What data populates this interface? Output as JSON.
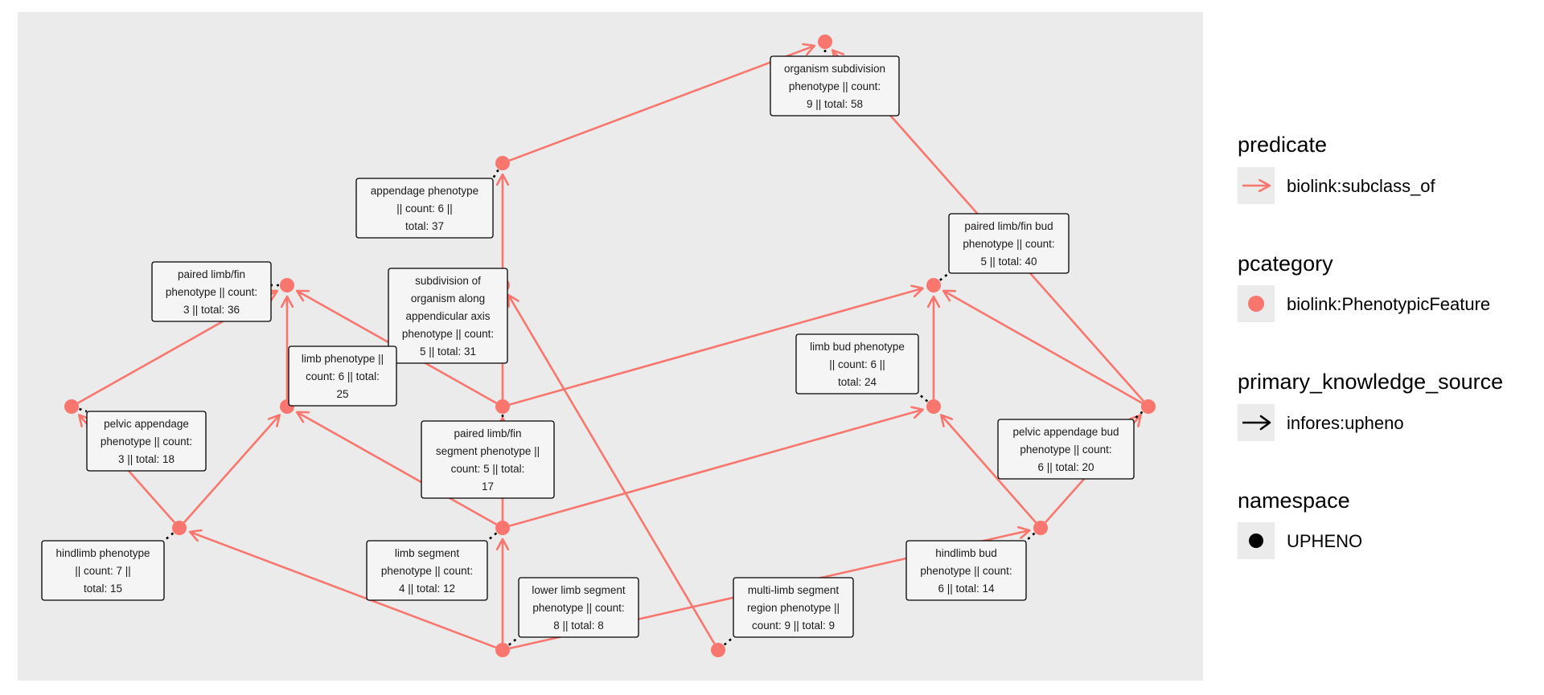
{
  "colors": {
    "edge": "#f8766d",
    "node": "#f8766d",
    "panel": "#ebebeb",
    "leader": "#000000"
  },
  "nodes": [
    {
      "id": "organism_subdivision",
      "lines": [
        "organism subdivision",
        "phenotype || count:",
        "9 || total: 58"
      ]
    },
    {
      "id": "appendage",
      "lines": [
        "appendage phenotype",
        "|| count: 6 ||",
        "total: 37"
      ]
    },
    {
      "id": "paired_limb_fin",
      "lines": [
        "paired limb/fin",
        "phenotype || count:",
        "3 || total: 36"
      ]
    },
    {
      "id": "subdivision_appendicular",
      "lines": [
        "subdivision of",
        "organism along",
        "appendicular axis",
        "phenotype || count:",
        "5 || total: 31"
      ]
    },
    {
      "id": "paired_limb_fin_bud",
      "lines": [
        "paired limb/fin bud",
        "phenotype || count:",
        "5 || total: 40"
      ]
    },
    {
      "id": "limb",
      "lines": [
        "limb phenotype ||",
        "count: 6 || total:",
        "25"
      ]
    },
    {
      "id": "pelvic_appendage",
      "lines": [
        "pelvic appendage",
        "phenotype || count:",
        "3 || total: 18"
      ]
    },
    {
      "id": "paired_limb_fin_segment",
      "lines": [
        "paired limb/fin",
        "segment phenotype ||",
        "count: 5 || total:",
        "17"
      ]
    },
    {
      "id": "limb_bud",
      "lines": [
        "limb bud phenotype",
        "|| count: 6 ||",
        "total: 24"
      ]
    },
    {
      "id": "pelvic_appendage_bud",
      "lines": [
        "pelvic appendage bud",
        "phenotype || count:",
        "6 || total: 20"
      ]
    },
    {
      "id": "hindlimb",
      "lines": [
        "hindlimb phenotype",
        "|| count: 7 ||",
        "total: 15"
      ]
    },
    {
      "id": "limb_segment",
      "lines": [
        "limb segment",
        "phenotype || count:",
        "4 || total: 12"
      ]
    },
    {
      "id": "hindlimb_bud",
      "lines": [
        "hindlimb bud",
        "phenotype || count:",
        "6 || total: 14"
      ]
    },
    {
      "id": "lower_limb_segment",
      "lines": [
        "lower limb segment",
        "phenotype || count:",
        "8 || total: 8"
      ]
    },
    {
      "id": "multi_limb_segment",
      "lines": [
        "multi-limb segment",
        "region phenotype ||",
        "count: 9 || total: 9"
      ]
    }
  ],
  "edges": [
    [
      "appendage",
      "organism_subdivision"
    ],
    [
      "pelvic_appendage_bud",
      "organism_subdivision"
    ],
    [
      "paired_limb_fin_segment",
      "appendage"
    ],
    [
      "pelvic_appendage",
      "paired_limb_fin"
    ],
    [
      "limb",
      "paired_limb_fin"
    ],
    [
      "paired_limb_fin_segment",
      "paired_limb_fin"
    ],
    [
      "multi_limb_segment",
      "subdivision_appendicular"
    ],
    [
      "paired_limb_fin_segment",
      "paired_limb_fin_bud"
    ],
    [
      "limb_bud",
      "paired_limb_fin_bud"
    ],
    [
      "pelvic_appendage_bud",
      "paired_limb_fin_bud"
    ],
    [
      "hindlimb",
      "pelvic_appendage"
    ],
    [
      "hindlimb",
      "limb"
    ],
    [
      "limb_segment",
      "limb"
    ],
    [
      "limb_segment",
      "paired_limb_fin_segment"
    ],
    [
      "limb_segment",
      "limb_bud"
    ],
    [
      "hindlimb_bud",
      "limb_bud"
    ],
    [
      "hindlimb_bud",
      "pelvic_appendage_bud"
    ],
    [
      "lower_limb_segment",
      "hindlimb"
    ],
    [
      "lower_limb_segment",
      "limb_segment"
    ],
    [
      "lower_limb_segment",
      "hindlimb_bud"
    ]
  ],
  "legend": {
    "predicate": {
      "title": "predicate",
      "item": "biolink:subclass_of"
    },
    "pcategory": {
      "title": "pcategory",
      "item": "biolink:PhenotypicFeature"
    },
    "primary_knowledge_source": {
      "title": "primary_knowledge_source",
      "item": "infores:upheno"
    },
    "namespace": {
      "title": "namespace",
      "item": "UPHENO"
    }
  }
}
